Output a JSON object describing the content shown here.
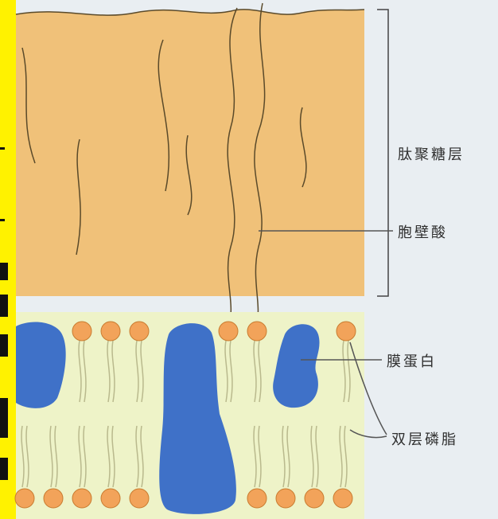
{
  "figure": {
    "labels": {
      "peptidoglycan": "肽聚糖层",
      "teichoic_acid": "胞壁酸",
      "membrane_protein": "膜蛋白",
      "lipid_bilayer": "双层磷脂"
    },
    "colors": {
      "background": "#e9eef2",
      "left_edge_bar": "#fff200",
      "peptidoglycan_fill": "#f0c179",
      "membrane_fill": "#eef3c8",
      "protein_fill": "#3f71c8",
      "lipid_head_fill": "#f2a35a",
      "line_color": "#555555"
    }
  }
}
